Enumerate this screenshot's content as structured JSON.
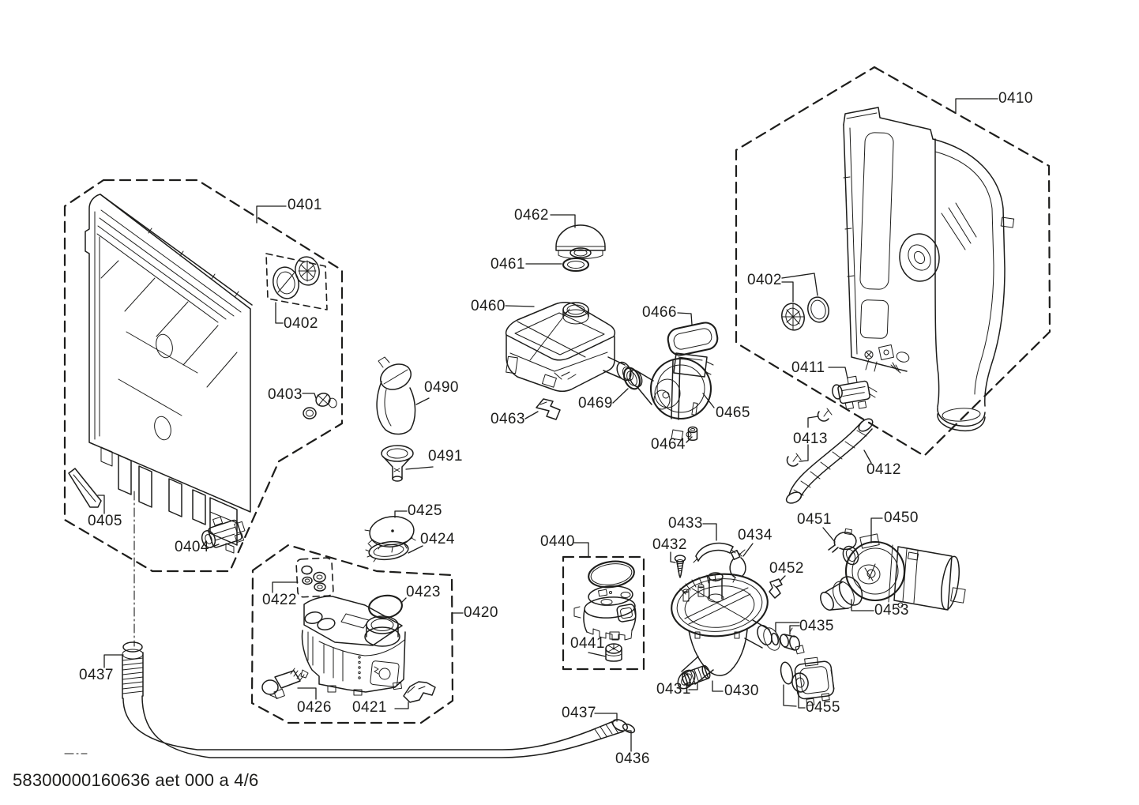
{
  "page": {
    "background_color": "#ffffff",
    "ink_color": "#1d1d1b",
    "footer_doc_line": "58300000160636 aet 000 a 4/6"
  },
  "callouts": {
    "c0401": "0401",
    "c0402_left": "0402",
    "c0403": "0403",
    "c0404": "0404",
    "c0405": "0405",
    "c0437_left": "0437",
    "c0490": "0490",
    "c0491": "0491",
    "c0425": "0425",
    "c0424": "0424",
    "c0423": "0423",
    "c0422": "0422",
    "c0420": "0420",
    "c0426": "0426",
    "c0421": "0421",
    "c0462": "0462",
    "c0461": "0461",
    "c0460": "0460",
    "c0466": "0466",
    "c0463": "0463",
    "c0469": "0469",
    "c0464": "0464",
    "c0465": "0465",
    "c0402_right": "0402",
    "c0410": "0410",
    "c0411": "0411",
    "c0413": "0413",
    "c0412": "0412",
    "c0433": "0433",
    "c0432": "0432",
    "c0434": "0434",
    "c0440": "0440",
    "c0441": "0441",
    "c0451": "0451",
    "c0450": "0450",
    "c0452": "0452",
    "c0453": "0453",
    "c0435": "0435",
    "c0431": "0431",
    "c0430": "0430",
    "c0455": "0455",
    "c0437_bottom": "0437",
    "c0436": "0436"
  }
}
